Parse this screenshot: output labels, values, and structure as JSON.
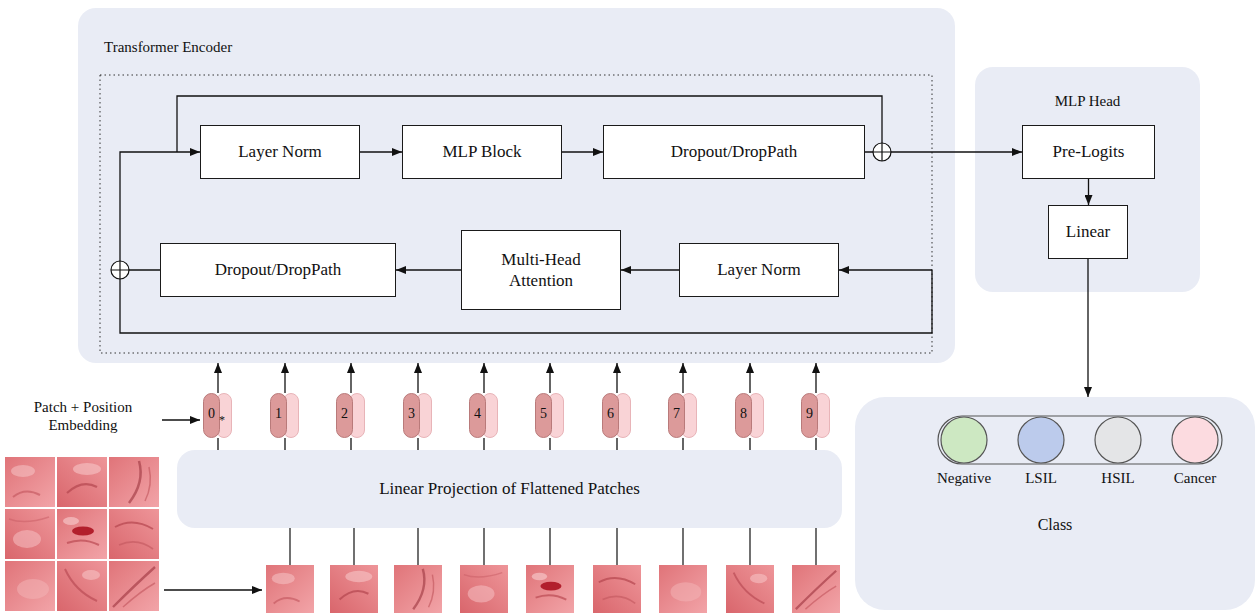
{
  "diagram": {
    "nodes": [
      {
        "text": [
          "Transformer Encoder"
        ]
      },
      {
        "text": [
          "Layer Norm"
        ],
        "in": 0
      },
      {
        "text": [
          "MLP Block"
        ],
        "in": 0
      },
      {
        "text": [
          "Dropout/DropPath"
        ],
        "in": 0
      },
      {
        "text": [
          "Dropout/DropPath"
        ],
        "in": 0
      },
      {
        "text": [
          "Multi-Head Attention"
        ],
        "in": 0
      },
      {
        "text": [
          "Layer Norm"
        ],
        "in": 0
      },
      {
        "text": [
          "MLP Head"
        ]
      },
      {
        "text": [
          "Pre-Logits"
        ],
        "in": 7
      },
      {
        "text": [
          "Linear"
        ],
        "in": 7
      },
      {
        "text": [
          "0",
          "*"
        ]
      },
      {
        "text": [
          "1"
        ]
      },
      {
        "text": [
          "2"
        ]
      },
      {
        "text": [
          "3"
        ]
      },
      {
        "text": [
          "4"
        ]
      },
      {
        "text": [
          "5"
        ]
      },
      {
        "text": [
          "6"
        ]
      },
      {
        "text": [
          "7"
        ]
      },
      {
        "text": [
          "8"
        ]
      },
      {
        "text": [
          "9"
        ]
      },
      {
        "text": [
          "Linear Projection of Flattened Patches"
        ]
      },
      {
        "text": [
          "Class"
        ]
      },
      {
        "text": [
          "Negative"
        ],
        "in": 21
      },
      {
        "text": [
          "LSIL"
        ],
        "in": 21
      },
      {
        "text": [
          "HSIL"
        ],
        "in": 21
      },
      {
        "text": [
          "Cancer"
        ],
        "in": 21
      }
    ],
    "edges": [
      {
        "from": 1,
        "to": 2,
        "arrow": "to"
      },
      {
        "from": 2,
        "to": 3,
        "arrow": "to"
      },
      {
        "from": 3,
        "to": 8,
        "arrow": "to"
      },
      {
        "from": 6,
        "to": 5,
        "arrow": "to"
      },
      {
        "from": 5,
        "to": 4,
        "arrow": "to"
      },
      {
        "from": 4,
        "to": 1,
        "arrow": "to"
      },
      {
        "from": 8,
        "to": 9,
        "arrow": "to"
      },
      {
        "from": 9,
        "to": 21,
        "arrow": "to"
      },
      {
        "from": 10,
        "to": 0,
        "arrow": "to"
      },
      {
        "from": 11,
        "to": 0,
        "arrow": "to"
      },
      {
        "from": 12,
        "to": 0,
        "arrow": "to"
      },
      {
        "from": 13,
        "to": 0,
        "arrow": "to"
      },
      {
        "from": 14,
        "to": 0,
        "arrow": "to"
      },
      {
        "from": 15,
        "to": 0,
        "arrow": "to"
      },
      {
        "from": 16,
        "to": 0,
        "arrow": "to"
      },
      {
        "from": 17,
        "to": 0,
        "arrow": "to"
      },
      {
        "from": 18,
        "to": 0,
        "arrow": "to"
      },
      {
        "from": 19,
        "to": 0,
        "arrow": "to"
      },
      {
        "from": 20,
        "to": 10,
        "arrow": "none"
      },
      {
        "from": 20,
        "to": 11,
        "arrow": "none"
      },
      {
        "from": 20,
        "to": 12,
        "arrow": "none"
      },
      {
        "from": 20,
        "to": 13,
        "arrow": "none"
      },
      {
        "from": 20,
        "to": 14,
        "arrow": "none"
      },
      {
        "from": 20,
        "to": 15,
        "arrow": "none"
      },
      {
        "from": 20,
        "to": 16,
        "arrow": "none"
      },
      {
        "from": 20,
        "to": 17,
        "arrow": "none"
      },
      {
        "from": 20,
        "to": 18,
        "arrow": "none"
      },
      {
        "from": 20,
        "to": 19,
        "arrow": "none"
      }
    ],
    "labels": [
      "Patch + Position Embedding"
    ]
  }
}
